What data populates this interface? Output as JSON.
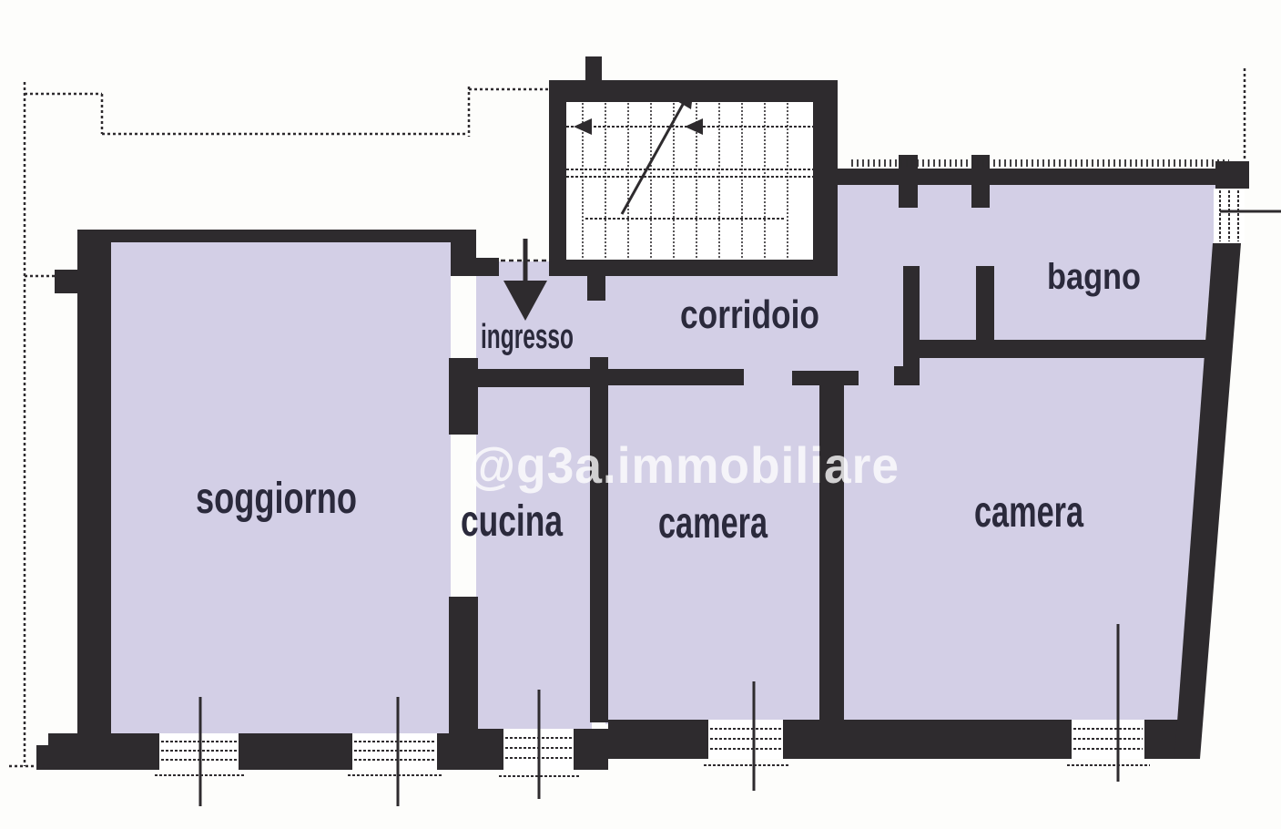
{
  "plan": {
    "watermark": "@g3a.immobiliare",
    "rooms": {
      "soggiorno": "soggiorno",
      "cucina": "cucina",
      "camera_mid": "camera",
      "camera_right": "camera",
      "bagno": "bagno",
      "corridoio": "corridoio",
      "ingresso": "ingresso"
    }
  },
  "colors": {
    "wall": "#2e2b2e",
    "room_fill": "#d3cfe6",
    "label": "#2b2a3c",
    "watermark": "#ffffff",
    "background": "#fdfdfb"
  }
}
